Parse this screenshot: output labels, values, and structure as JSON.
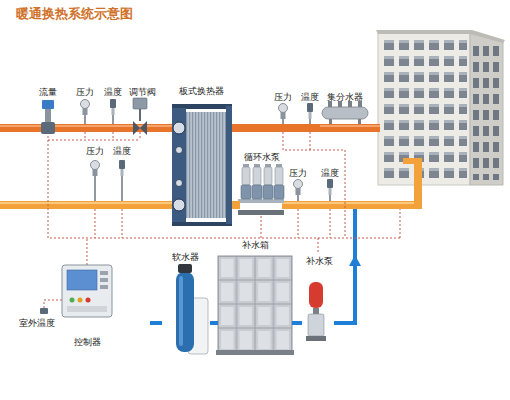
{
  "diagram": {
    "title": "暖通换热系统示意图",
    "nodes": [
      {
        "text": [
          "板式换热器"
        ]
      },
      {
        "text": [
          "集分水器"
        ]
      },
      {
        "text": [
          "循环水泵"
        ]
      },
      {
        "text": [
          "补水箱"
        ]
      },
      {
        "text": [
          "软水器"
        ]
      },
      {
        "text": [
          "补水泵"
        ]
      },
      {
        "text": [
          "控制器"
        ]
      }
    ],
    "edges": [
      {
        "from": 0,
        "to": 1,
        "arrow": "none"
      },
      {
        "from": 2,
        "to": 0,
        "arrow": "none"
      },
      {
        "from": 4,
        "to": 3,
        "arrow": "none"
      },
      {
        "from": 3,
        "to": 5,
        "arrow": "none"
      }
    ],
    "labels": [
      "流量",
      "压力",
      "温度",
      "调节阀",
      "压力",
      "温度",
      "压力",
      "温度",
      "压力",
      "温度",
      "室外温度"
    ]
  }
}
